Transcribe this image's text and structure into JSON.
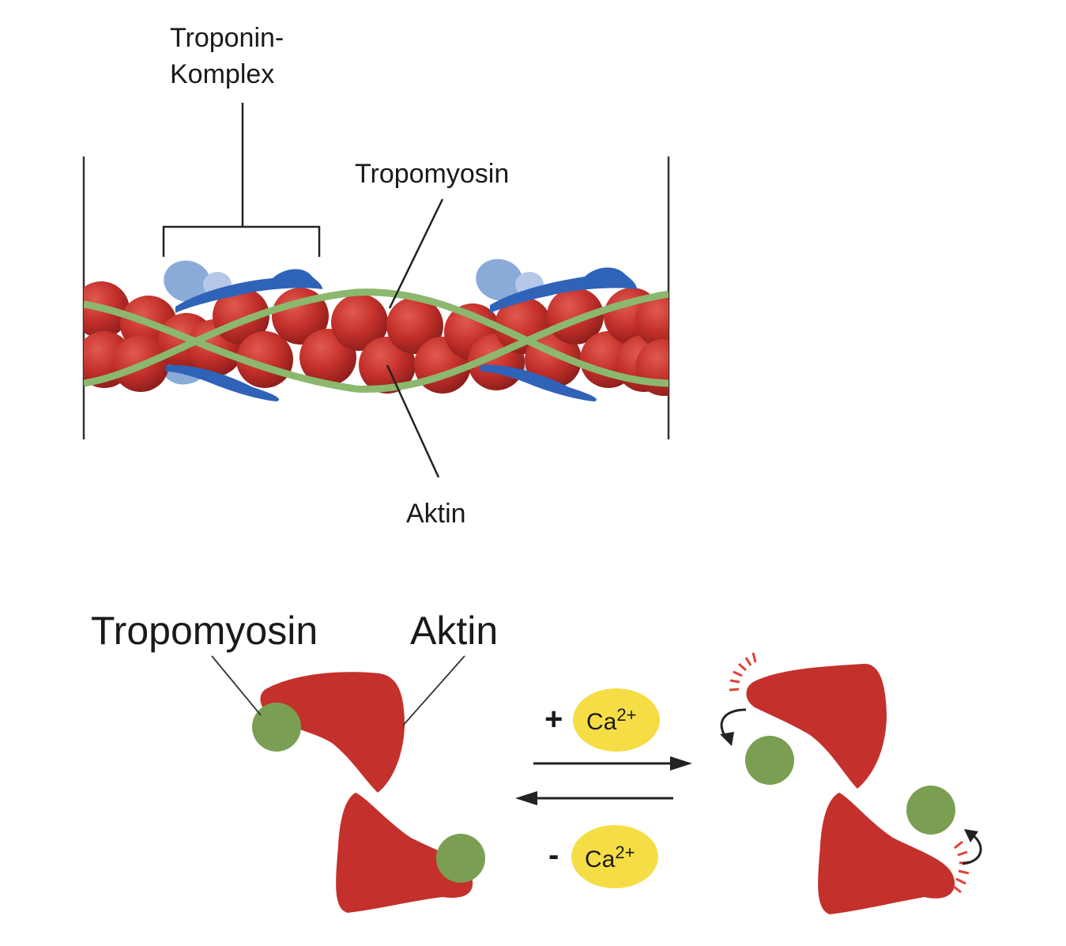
{
  "top_diagram": {
    "troponin_label_line1": "Troponin-",
    "troponin_label_line2": "Komplex",
    "tropomyosin_label": "Tropomyosin",
    "actin_label": "Aktin"
  },
  "bottom_diagram": {
    "tropomyosin_label": "Tropomyosin",
    "actin_label": "Aktin",
    "forward_sign": "+",
    "reverse_sign": "-",
    "ion_base": "Ca",
    "ion_charge": "2+"
  },
  "colors": {
    "actin": "#c4302b",
    "actin_dark": "#8e1e1b",
    "tropomyosin": "#8cb86e",
    "troponin_dark": "#2f63b8",
    "troponin_light": "#8aaad8",
    "binding_site": "#7a9f53",
    "calcium": "#f5de45",
    "active_site_marks": "#e0413a"
  }
}
